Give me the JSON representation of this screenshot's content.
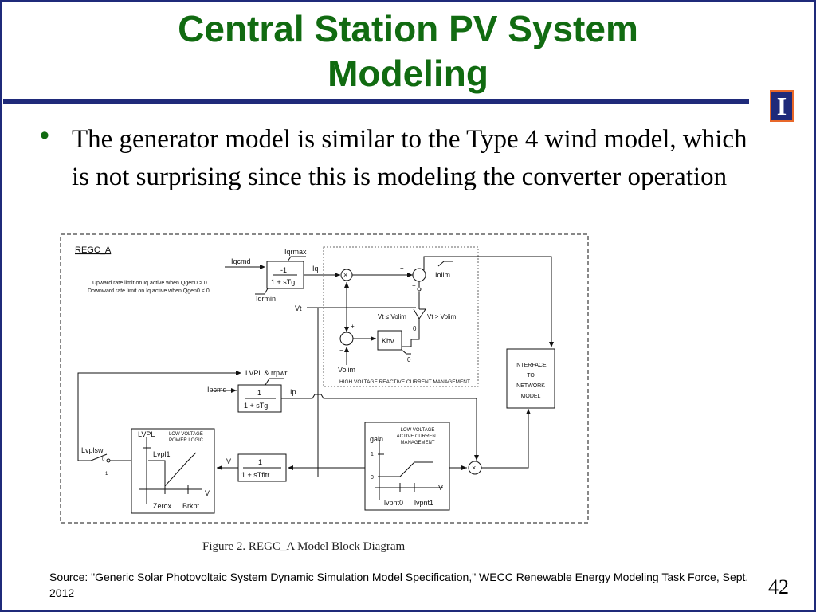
{
  "slide": {
    "title_line1": "Central Station PV System",
    "title_line2": "Modeling",
    "bullet": "The generator model is similar to the Type 4 wind model, which is not surprising since this is modeling the converter operation",
    "caption": "Figure 2.  REGC_A Model Block Diagram",
    "source": "Source: \"Generic Solar Photovoltaic System Dynamic Simulation Model Specification,\" WECC Renewable Energy Modeling Task Force, Sept. 2012",
    "page_number": "42",
    "logo_letter": "I"
  },
  "colors": {
    "title": "#116b11",
    "bar": "#1f2a7a",
    "logo_border": "#e8682a"
  },
  "diagram": {
    "name": "REGC_A",
    "iqrmax": "Iqrmax",
    "iqrmin": "Iqrmin",
    "iqcmd": "Iqcmd",
    "iq": "Iq",
    "tf_iq_num": "-1",
    "tf_iq_den": "1 + sTg",
    "rate_note_1": "Upward rate limit on Iq active when Qgen0 > 0",
    "rate_note_2": "Downward rate limit on Iq active when Qgen0 < 0",
    "vt": "Vt",
    "iolim": "Iolim",
    "cond_left": "Vt ≤ Volim",
    "cond_right": "Vt > Volim",
    "zero": "0",
    "khv": "Khv",
    "volim": "Volim",
    "hv_label": "HIGH VOLTAGE REACTIVE CURRENT MANAGEMENT",
    "lvpl_rrpwr": "LVPL & rrpwr",
    "ipcmd": "Ipcmd",
    "ip": "Ip",
    "tf_ip_num": "1",
    "tf_ip_den": "1 + sTg",
    "interface": [
      "INTERFACE",
      "TO",
      "NETWORK",
      "MODEL"
    ],
    "lvpl": "LVPL",
    "lvpl_logic": [
      "LOW VOLTAGE",
      "POWER LOGIC"
    ],
    "lvpl1": "Lvpl1",
    "zerox": "Zerox",
    "brkpt": "Brkpt",
    "v": "V",
    "lvplsw": "Lvplsw",
    "sw_0": "0",
    "sw_1": "1",
    "tf_v_num": "1",
    "tf_v_den": "1 + sTfltr",
    "lvac": [
      "LOW VOLTAGE",
      "ACTIVE CURRENT",
      "MANAGEMENT"
    ],
    "gain": "gain",
    "one": "1",
    "lvpnt0": "lvpnt0",
    "lvpnt1": "lvpnt1",
    "plus": "+",
    "minus": "−",
    "times": "×"
  }
}
